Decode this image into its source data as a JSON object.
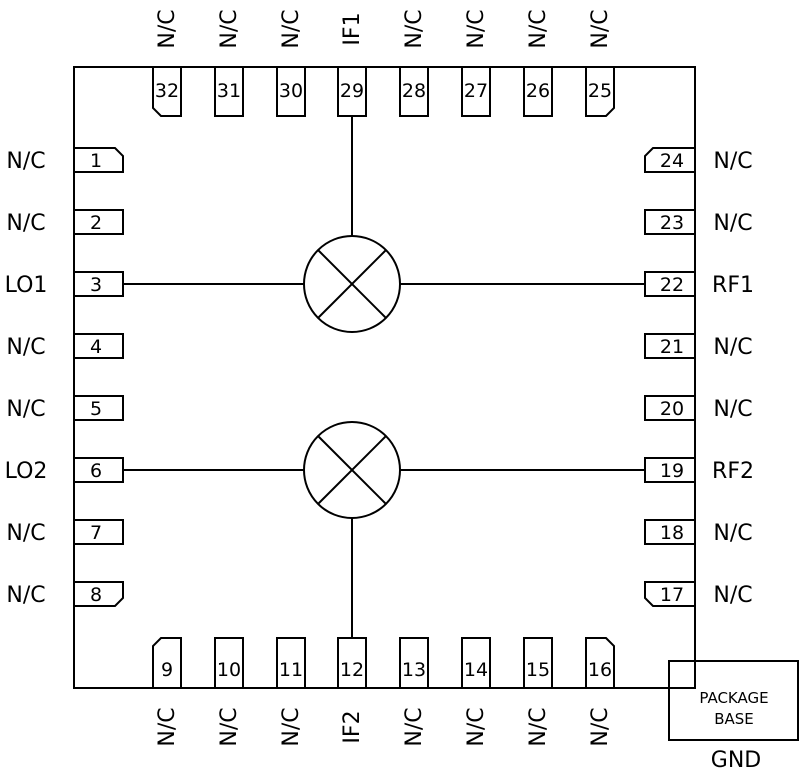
{
  "component": {
    "pins_left": [
      {
        "num": "1",
        "label": "N/C"
      },
      {
        "num": "2",
        "label": "N/C"
      },
      {
        "num": "3",
        "label": "LO1"
      },
      {
        "num": "4",
        "label": "N/C"
      },
      {
        "num": "5",
        "label": "N/C"
      },
      {
        "num": "6",
        "label": "LO2"
      },
      {
        "num": "7",
        "label": "N/C"
      },
      {
        "num": "8",
        "label": "N/C"
      }
    ],
    "pins_bottom": [
      {
        "num": "9",
        "label": "N/C"
      },
      {
        "num": "10",
        "label": "N/C"
      },
      {
        "num": "11",
        "label": "N/C"
      },
      {
        "num": "12",
        "label": "IF2"
      },
      {
        "num": "13",
        "label": "N/C"
      },
      {
        "num": "14",
        "label": "N/C"
      },
      {
        "num": "15",
        "label": "N/C"
      },
      {
        "num": "16",
        "label": "N/C"
      }
    ],
    "pins_right": [
      {
        "num": "24",
        "label": "N/C"
      },
      {
        "num": "23",
        "label": "N/C"
      },
      {
        "num": "22",
        "label": "RF1"
      },
      {
        "num": "21",
        "label": "N/C"
      },
      {
        "num": "20",
        "label": "N/C"
      },
      {
        "num": "19",
        "label": "RF2"
      },
      {
        "num": "18",
        "label": "N/C"
      },
      {
        "num": "17",
        "label": "N/C"
      }
    ],
    "pins_top": [
      {
        "num": "32",
        "label": "N/C"
      },
      {
        "num": "31",
        "label": "N/C"
      },
      {
        "num": "30",
        "label": "N/C"
      },
      {
        "num": "29",
        "label": "IF1"
      },
      {
        "num": "28",
        "label": "N/C"
      },
      {
        "num": "27",
        "label": "N/C"
      },
      {
        "num": "26",
        "label": "N/C"
      },
      {
        "num": "25",
        "label": "N/C"
      }
    ],
    "package_base": {
      "line1": "PACKAGE",
      "line2": "BASE",
      "ground": "GND"
    }
  }
}
